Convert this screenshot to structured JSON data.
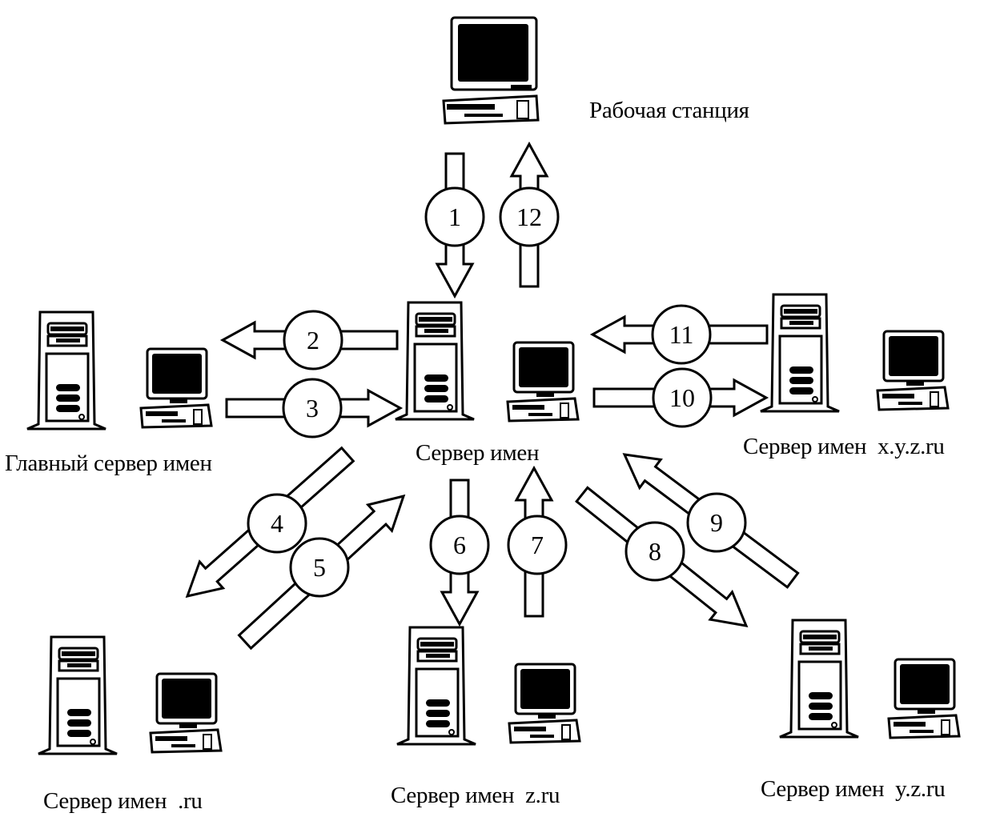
{
  "diagram": {
    "title": "DNS iterative name resolution",
    "colors": {
      "ink": "#000000",
      "paper": "#ffffff"
    },
    "nodes": {
      "workstation": {
        "label": "Рабочая станция",
        "icon": "workstation-icon"
      },
      "local_server": {
        "label": "Сервер имен",
        "icon": "server-icon"
      },
      "root_server": {
        "label": "Главный сервер имен",
        "icon": "server-icon"
      },
      "ru_server": {
        "label": "Сервер имен  .ru",
        "icon": "server-icon"
      },
      "zru_server": {
        "label": "Сервер имен  z.ru",
        "icon": "server-icon"
      },
      "yzru_server": {
        "label": "Сервер имен  y.z.ru",
        "icon": "server-icon"
      },
      "xyzru_server": {
        "label": "Сервер имен  x.y.z.ru",
        "icon": "server-icon"
      }
    },
    "steps": [
      {
        "n": "1",
        "from": "workstation",
        "to": "local_server"
      },
      {
        "n": "2",
        "from": "local_server",
        "to": "root_server"
      },
      {
        "n": "3",
        "from": "root_server",
        "to": "local_server"
      },
      {
        "n": "4",
        "from": "local_server",
        "to": "ru_server"
      },
      {
        "n": "5",
        "from": "ru_server",
        "to": "local_server"
      },
      {
        "n": "6",
        "from": "local_server",
        "to": "zru_server"
      },
      {
        "n": "7",
        "from": "zru_server",
        "to": "local_server"
      },
      {
        "n": "8",
        "from": "local_server",
        "to": "yzru_server"
      },
      {
        "n": "9",
        "from": "yzru_server",
        "to": "local_server"
      },
      {
        "n": "10",
        "from": "local_server",
        "to": "xyzru_server"
      },
      {
        "n": "11",
        "from": "xyzru_server",
        "to": "local_server"
      },
      {
        "n": "12",
        "from": "local_server",
        "to": "workstation"
      }
    ]
  }
}
